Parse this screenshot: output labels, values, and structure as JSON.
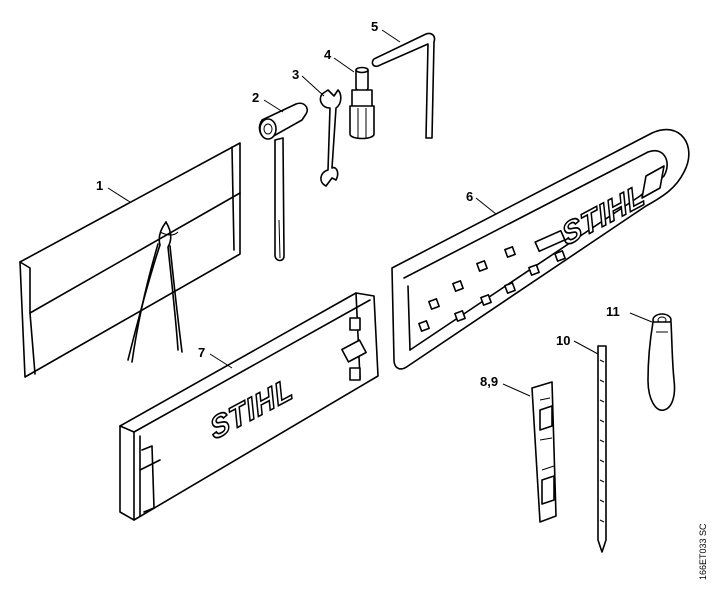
{
  "callouts": {
    "c1": "1",
    "c2": "2",
    "c3": "3",
    "c4": "4",
    "c5": "5",
    "c6": "6",
    "c7": "7",
    "c89": "8,9",
    "c10": "10",
    "c11": "11"
  },
  "logos": {
    "bar_logo": "STIHL",
    "cover_logo": "STIHL"
  },
  "drawing_ref": "166ET033 SC"
}
